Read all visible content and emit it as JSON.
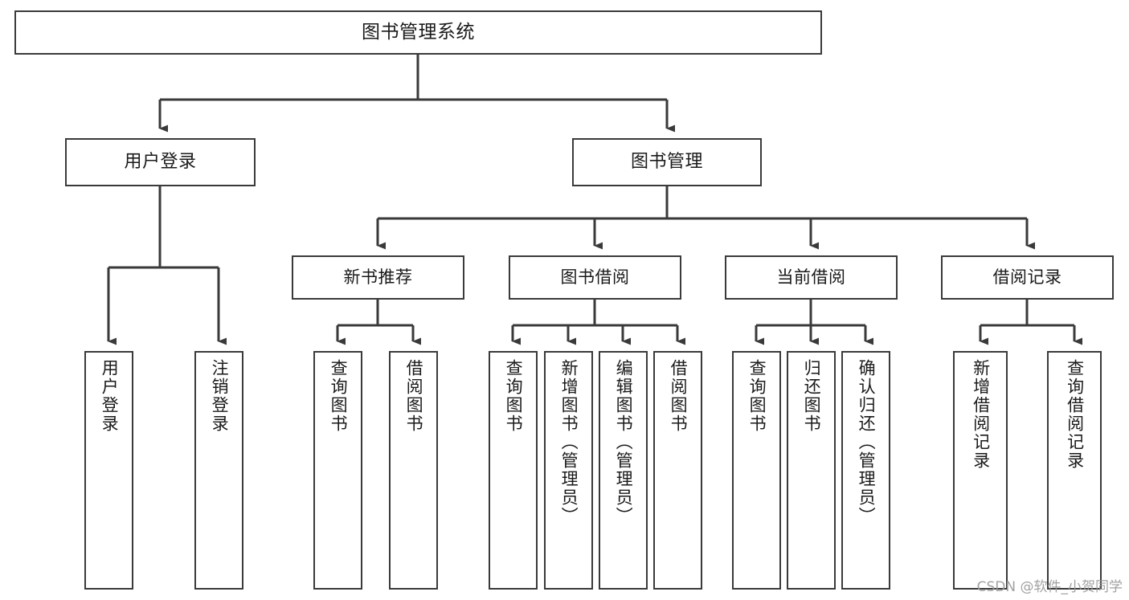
{
  "diagram": {
    "type": "tree-hierarchy",
    "title": "图书管理系统",
    "edge_color": "#3a3a3a",
    "box_border_color": "#3a3a3a",
    "box_fill_color": "#ffffff",
    "background_color": "#ffffff",
    "nodes": {
      "root": {
        "label": "图书管理系统"
      },
      "level1": [
        {
          "id": "user-login",
          "label": "用户登录"
        },
        {
          "id": "book-manage",
          "label": "图书管理"
        }
      ],
      "level2": [
        {
          "id": "new-book-recommend",
          "label": "新书推荐",
          "parent": "book-manage"
        },
        {
          "id": "book-borrow",
          "label": "图书借阅",
          "parent": "book-manage"
        },
        {
          "id": "current-borrow",
          "label": "当前借阅",
          "parent": "book-manage"
        },
        {
          "id": "borrow-record",
          "label": "借阅记录",
          "parent": "book-manage"
        }
      ],
      "leaves": [
        {
          "id": "leaf-user-login",
          "label": "用户登录",
          "parent": "user-login"
        },
        {
          "id": "leaf-user-logout",
          "label": "注销登录",
          "parent": "user-login"
        },
        {
          "id": "leaf-query-book-1",
          "label": "查询图书",
          "parent": "new-book-recommend"
        },
        {
          "id": "leaf-borrow-book-1",
          "label": "借阅图书",
          "parent": "new-book-recommend"
        },
        {
          "id": "leaf-query-book-2",
          "label": "查询图书",
          "parent": "book-borrow"
        },
        {
          "id": "leaf-add-book",
          "label": "新增图书（管理员）",
          "parent": "book-borrow"
        },
        {
          "id": "leaf-edit-book",
          "label": "编辑图书（管理员）",
          "parent": "book-borrow"
        },
        {
          "id": "leaf-borrow-book-2",
          "label": "借阅图书",
          "parent": "book-borrow"
        },
        {
          "id": "leaf-query-book-3",
          "label": "查询图书",
          "parent": "current-borrow"
        },
        {
          "id": "leaf-return-book",
          "label": "归还图书",
          "parent": "current-borrow"
        },
        {
          "id": "leaf-confirm-return",
          "label": "确认归还（管理员）",
          "parent": "current-borrow"
        },
        {
          "id": "leaf-add-record",
          "label": "新增借阅记录",
          "parent": "borrow-record"
        },
        {
          "id": "leaf-query-record",
          "label": "查询借阅记录",
          "parent": "borrow-record"
        }
      ]
    }
  },
  "watermark": {
    "text": "CSDN @软件_小贺同学"
  }
}
